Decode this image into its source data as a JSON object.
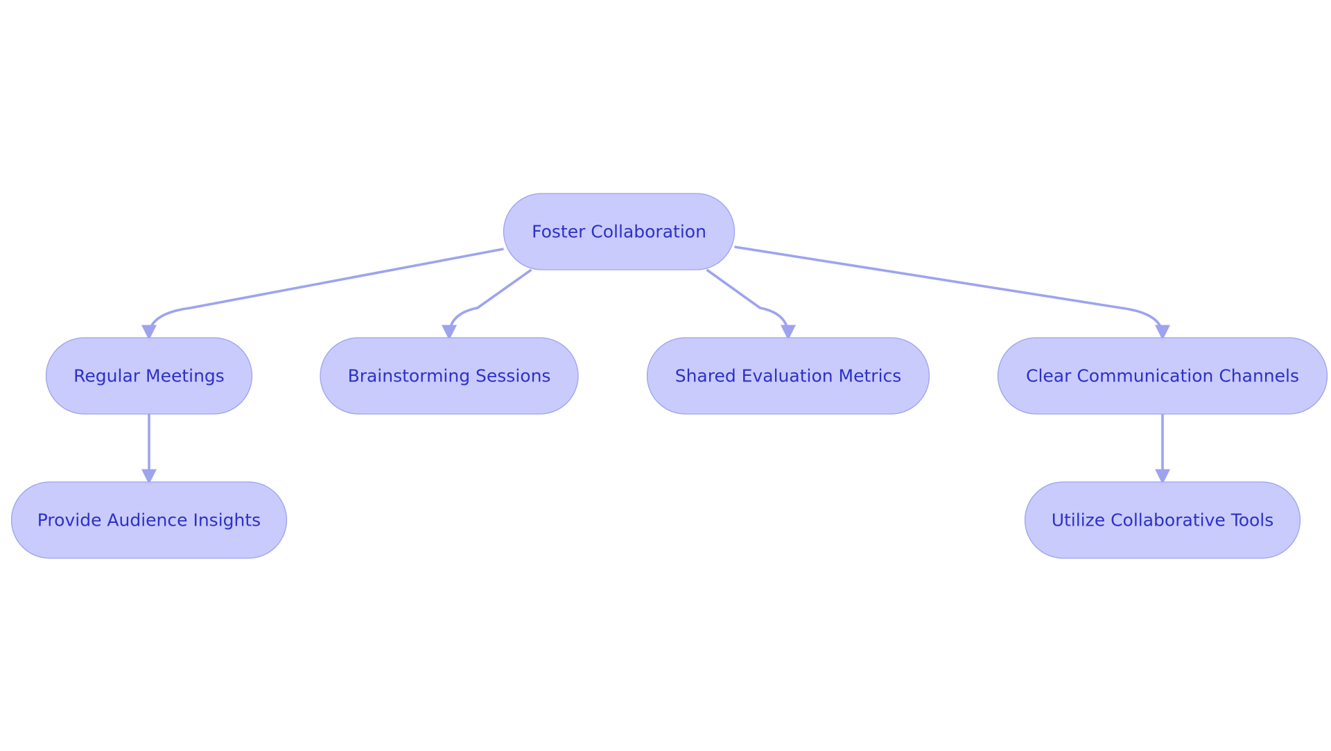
{
  "colors": {
    "node_fill": "#c9cbfd",
    "node_stroke": "#9da2ee",
    "node_text": "#2c31c7",
    "edge": "#9ea3ef",
    "background": "#ffffff"
  },
  "nodes": [
    {
      "id": "foster",
      "label": "Foster Collaboration"
    },
    {
      "id": "meetings",
      "label": "Regular Meetings"
    },
    {
      "id": "brainstorm",
      "label": "Brainstorming Sessions"
    },
    {
      "id": "metrics",
      "label": "Shared Evaluation Metrics"
    },
    {
      "id": "channels",
      "label": "Clear Communication Channels"
    },
    {
      "id": "insights",
      "label": "Provide Audience Insights"
    },
    {
      "id": "tools",
      "label": "Utilize Collaborative Tools"
    }
  ],
  "edges": [
    {
      "from": "foster",
      "to": "meetings"
    },
    {
      "from": "foster",
      "to": "brainstorm"
    },
    {
      "from": "foster",
      "to": "metrics"
    },
    {
      "from": "foster",
      "to": "channels"
    },
    {
      "from": "meetings",
      "to": "insights"
    },
    {
      "from": "channels",
      "to": "tools"
    }
  ]
}
